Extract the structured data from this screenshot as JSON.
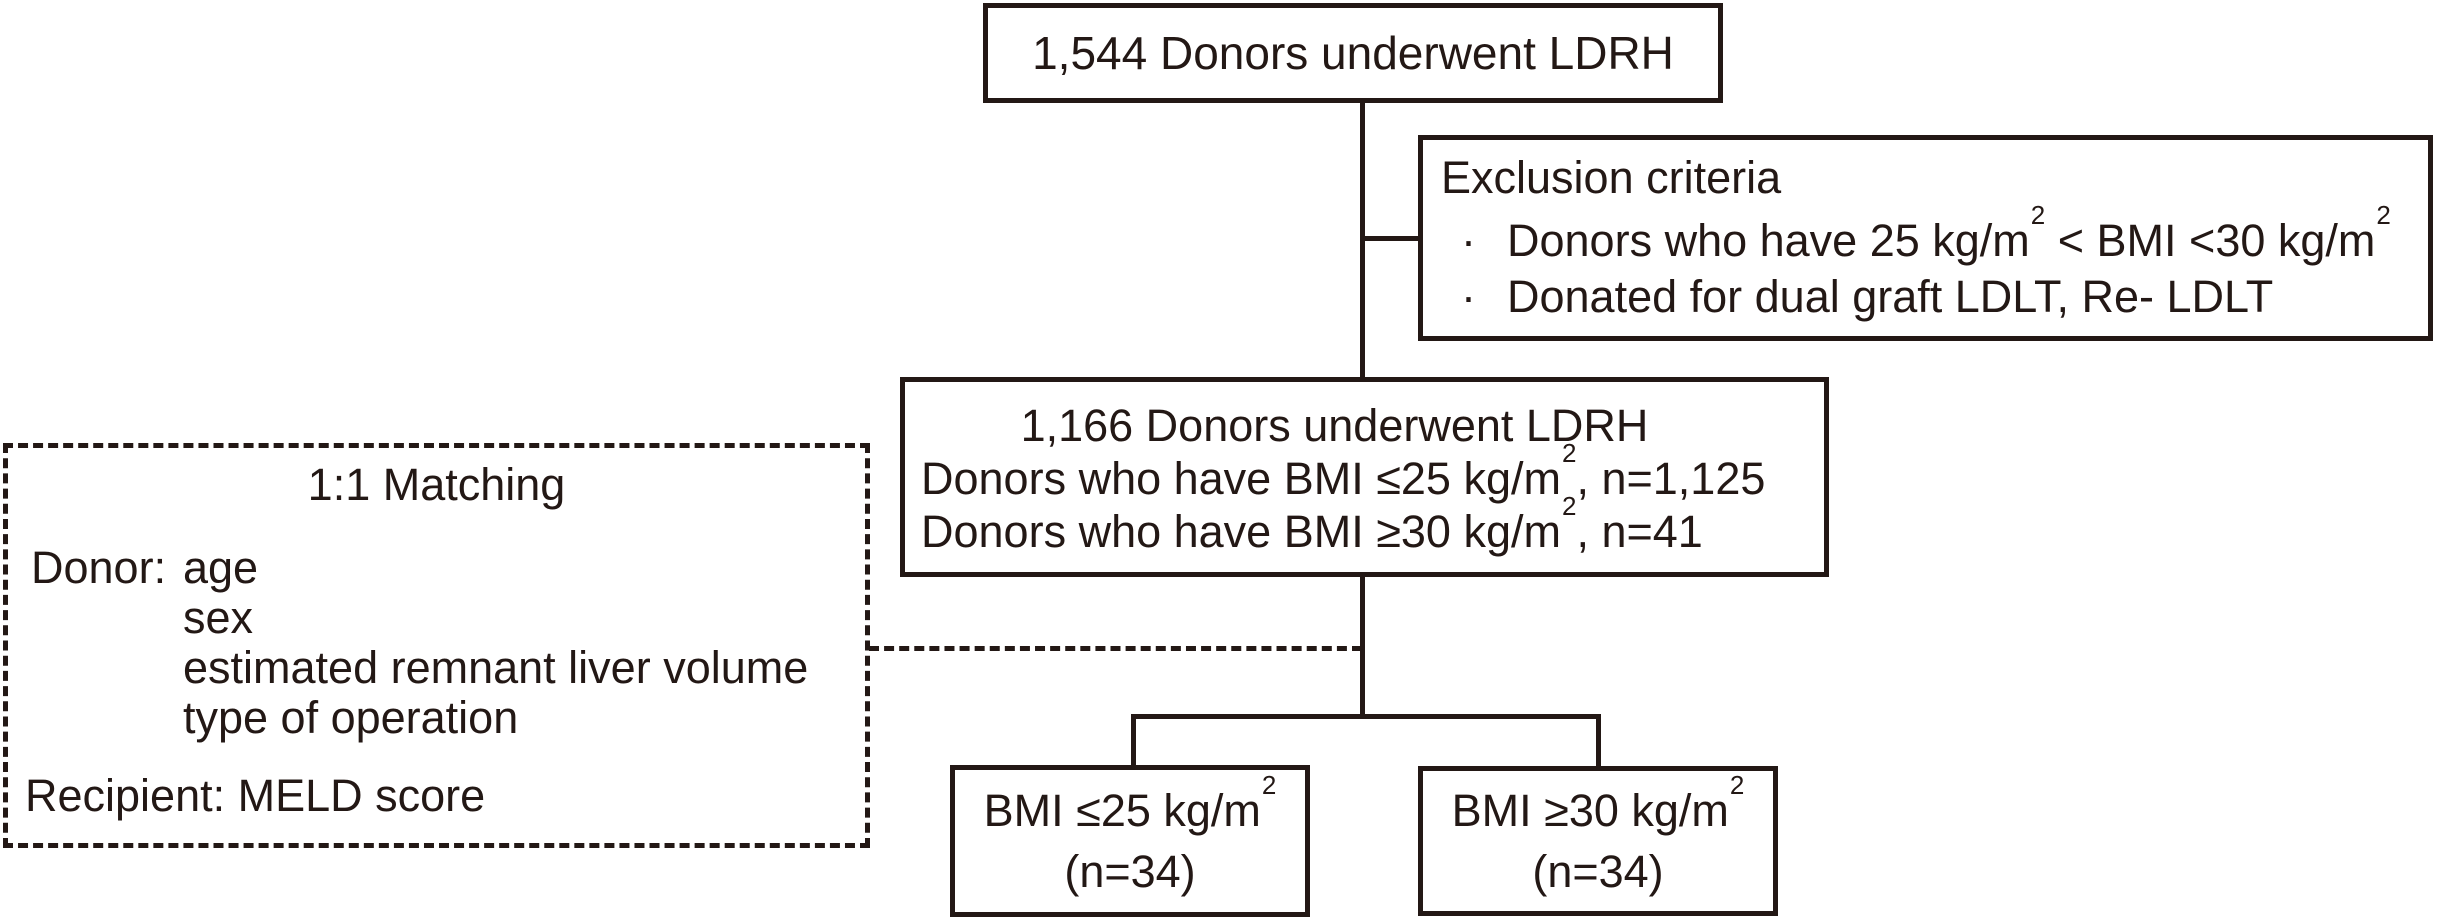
{
  "colors": {
    "ink": "#231815",
    "background": "#ffffff"
  },
  "flowchart": {
    "top_box": {
      "text": "1,544 Donors underwent LDRH"
    },
    "exclusion_box": {
      "title": "Exclusion criteria",
      "bullet_char": "·",
      "item1": {
        "a": "Donors who have 25 kg/m",
        "sup1": "2",
        "b": " < BMI <30 kg/m",
        "sup2": "2"
      },
      "item2": {
        "a": "Donated for dual graft LDLT, Re- LDLT"
      }
    },
    "cohort_box": {
      "line1": "1,166 Donors underwent LDRH",
      "line2": {
        "a": "Donors who have BMI ≤25 kg/m",
        "sup": "2",
        "b": ", n=1,125"
      },
      "line3": {
        "a": "Donors who have BMI ≥30 kg/m",
        "sup": "2",
        "b": ", n=41"
      }
    },
    "matching_box": {
      "title": "1:1 Matching",
      "donor_label": "Donor:",
      "donor_items": [
        "age",
        "sex",
        "estimated remnant liver volume",
        "type of operation"
      ],
      "recipient_label": "Recipient:",
      "recipient_value": " MELD score"
    },
    "outcome_left": {
      "a": "BMI ≤25 kg/m",
      "sup": "2",
      "n": "(n=34)"
    },
    "outcome_right": {
      "a": "BMI ≥30 kg/m",
      "sup": "2",
      "n": "(n=34)"
    }
  }
}
